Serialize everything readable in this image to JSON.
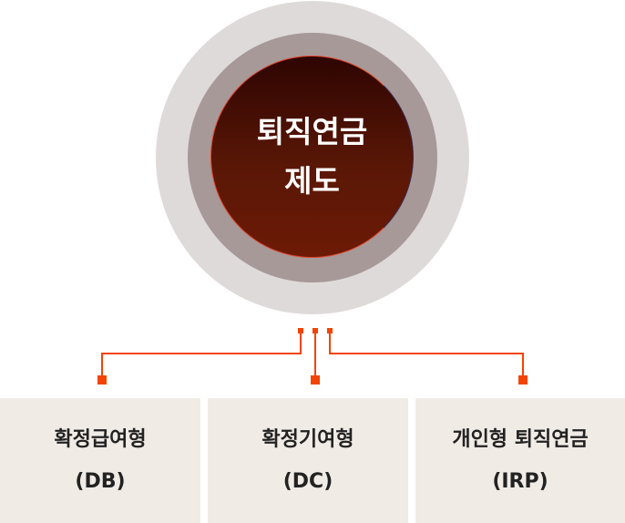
{
  "center": {
    "line1": "퇴직연금",
    "line2": "제도"
  },
  "types": [
    {
      "name": "확정급여형",
      "abbr": "(DB)"
    },
    {
      "name": "확정기여형",
      "abbr": "(DC)"
    },
    {
      "name": "개인형 퇴직연금",
      "abbr": "(IRP)"
    }
  ],
  "colors": {
    "connector": "#f24405",
    "box": "#f0ebe5",
    "inner_circle": "#5a1706"
  }
}
